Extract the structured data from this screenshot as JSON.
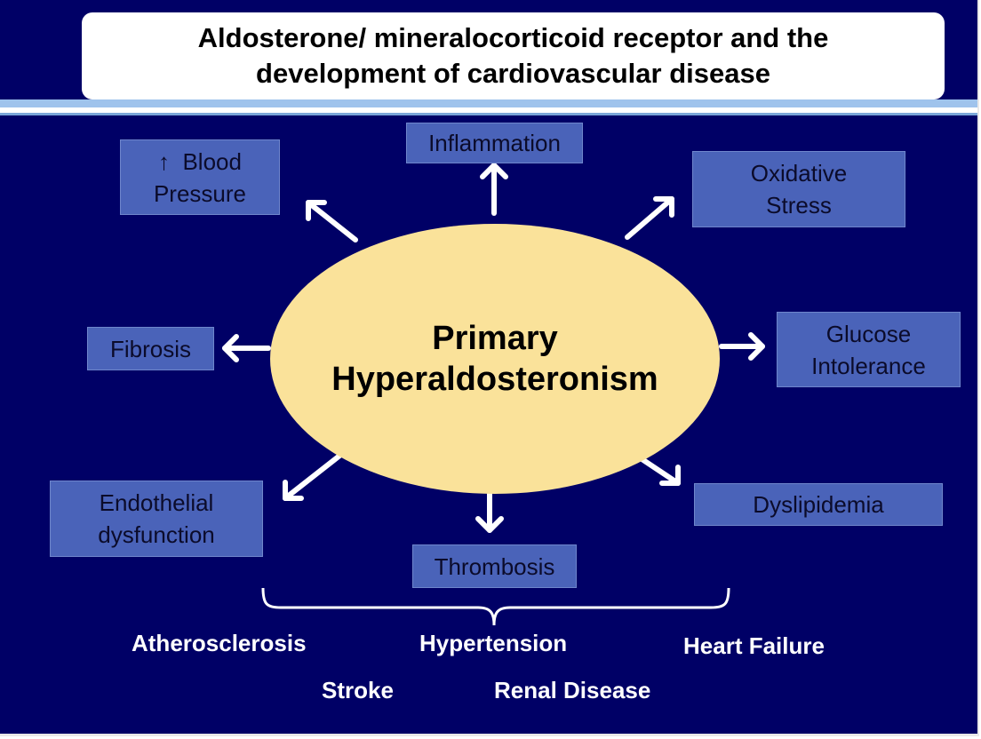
{
  "title": "Aldosterone/ mineralocorticoid receptor and the development of cardiovascular disease",
  "center": {
    "line1": "Primary",
    "line2": "Hyperaldosteronism"
  },
  "effects": {
    "blood_pressure": {
      "line1": "↑  Blood",
      "line2": "Pressure"
    },
    "inflammation": "Inflammation",
    "oxidative_stress": {
      "line1": "Oxidative",
      "line2": "Stress"
    },
    "fibrosis": "Fibrosis",
    "glucose_intolerance": {
      "line1": "Glucose",
      "line2": "Intolerance"
    },
    "endothelial_dysfunction": {
      "line1": "Endothelial",
      "line2": "dysfunction"
    },
    "thrombosis": "Thrombosis",
    "dyslipidemia": "Dyslipidemia"
  },
  "outcomes": {
    "atherosclerosis": "Atherosclerosis",
    "hypertension": "Hypertension",
    "heart_failure": "Heart Failure",
    "stroke": "Stroke",
    "renal_disease": "Renal Disease"
  },
  "colors": {
    "background": "#000066",
    "box_fill": "#4a63b9",
    "ellipse_fill": "#fae29a",
    "arrow": "#ffffff"
  }
}
